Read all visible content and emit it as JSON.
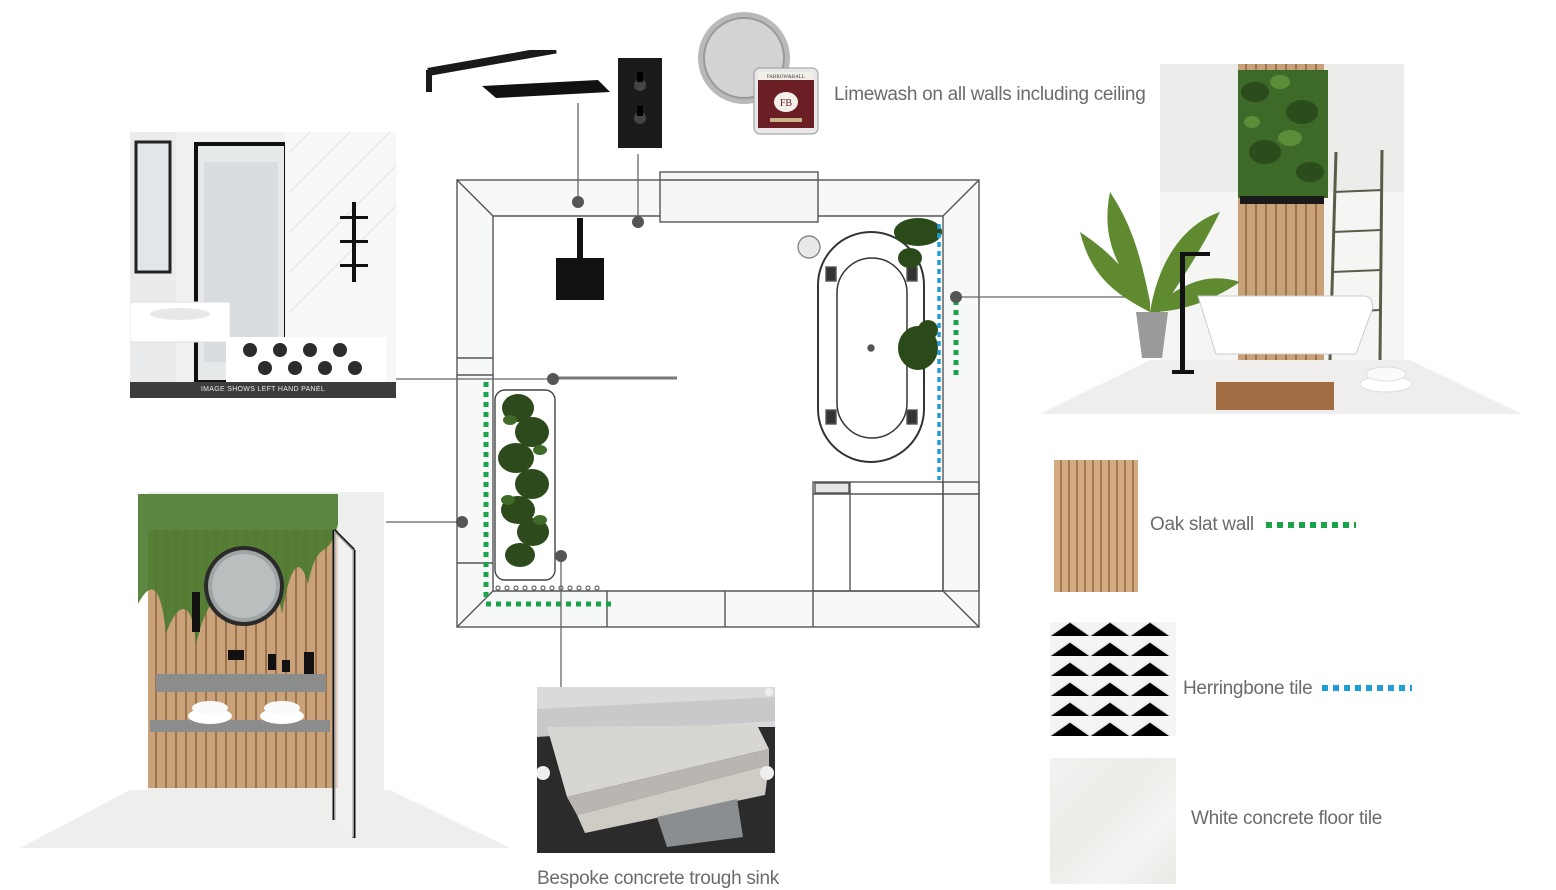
{
  "labels": {
    "limewash": "Limewash  on  all  walls  including  ceiling",
    "oak_slat": "Oak  slat  wall",
    "herringbone": "Herringbone  tile",
    "concrete_floor": "White  concrete  floor  tile",
    "trough_sink": "Bespoke  concrete  trough  sink",
    "shower_caption": "IMAGE SHOWS LEFT HAND PANEL"
  },
  "paint_tin": {
    "brand_line": "FARROW&BALL",
    "logo": "FB"
  },
  "legend_colors": {
    "oak_slat_line": "#1aa34a",
    "herringbone_line": "#1f9fd8"
  }
}
